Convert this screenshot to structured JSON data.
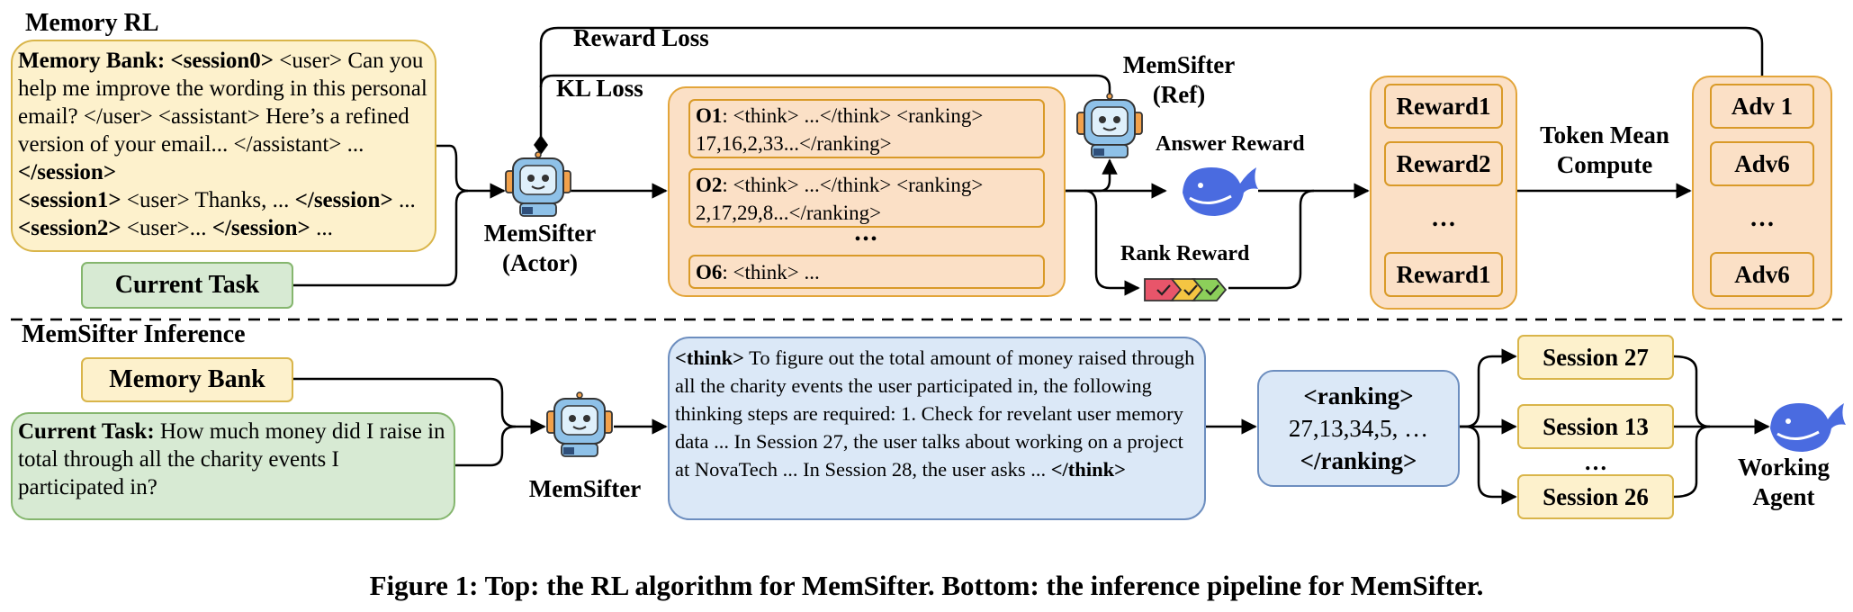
{
  "top": {
    "section_title": "Memory RL",
    "memory_bank": {
      "label": "Memory Bank:",
      "s0_tag": "<session0>",
      "s0_text": " <user> Can you help me improve the wording in this personal email? </user> <assistant> Here’s a refined version of your email... </assistant> ... ",
      "s0_end": "</session>",
      "s1_tag": "<session1>",
      "s1_text": " <user> Thanks, ... ",
      "s1_end": "</session>",
      "s1_tail": " ...",
      "s2_tag": "<session2>",
      "s2_text": " <user>... ",
      "s2_end": "</session>",
      "s2_tail": " ..."
    },
    "current_task": "Current Task",
    "actor_label_1": "MemSifter",
    "actor_label_2": "(Actor)",
    "ref_label_1": "MemSifter",
    "ref_label_2": "(Ref)",
    "reward_loss": "Reward Loss",
    "kl_loss": "KL Loss",
    "outputs": [
      {
        "id": "O1",
        "text": ": <think> ...</think> <ranking> 17,16,2,33...</ranking>"
      },
      {
        "id": "O2",
        "text": ": <think> ...</think> <ranking> 2,17,29,8...</ranking>"
      },
      {
        "id": "O6",
        "text": ": <think> ..."
      }
    ],
    "outputs_ellipsis": "•••",
    "answer_reward": "Answer Reward",
    "rank_reward": "Rank Reward",
    "rewards": [
      "Reward1",
      "Reward2",
      "…",
      "Reward1"
    ],
    "token_mean_1": "Token Mean",
    "token_mean_2": "Compute",
    "advs": [
      "Adv 1",
      "Adv6",
      "…",
      "Adv6"
    ]
  },
  "bottom": {
    "section_title": "MemSifter Inference",
    "memory_bank": "Memory Bank",
    "task_label": "Current Task:",
    "task_text": " How much money did I raise in total through all the charity events I participated in?",
    "sifter_label": "MemSifter",
    "think_open": "<think>",
    "think_text": " To figure out the total amount of money raised through all the charity events the user participated in, the following thinking steps are required: 1. Check for revelant user memory data ... In Session 27, the user talks about working on a project at NovaTech ... In Session 28, the user asks ... ",
    "think_close": "</think>",
    "ranking_open": "<ranking>",
    "ranking_values": "27,13,34,5, …",
    "ranking_close": "</ranking>",
    "sessions": [
      "Session 27",
      "Session 13",
      "…",
      "Session 26"
    ],
    "agent_label_1": "Working",
    "agent_label_2": "Agent"
  },
  "caption": "Figure 1: Top: the RL algorithm for MemSifter. Bottom: the inference pipeline for MemSifter.",
  "colors": {
    "yellow_fill": "#fdf1cc",
    "orange_fill": "#fbe0c6",
    "green_fill": "#d7ead3",
    "blue_fill": "#dbe8f7",
    "whale_blue": "#4a6be0",
    "robot_blue": "#7fb4e0"
  }
}
